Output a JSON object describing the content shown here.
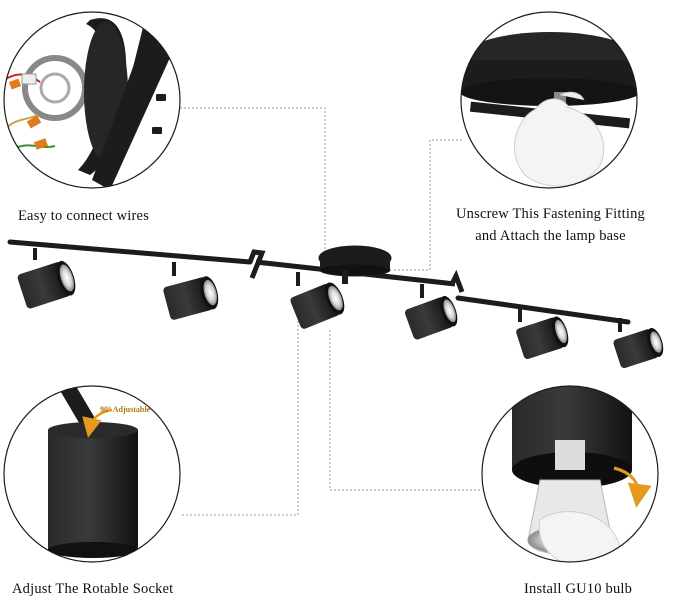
{
  "captions": {
    "connect_wires": "Easy to connect wires",
    "unscrew_line1": "Unscrew This Fastening Fitting",
    "unscrew_line2": "and Attach the lamp base",
    "rotable_socket": "Adjust The Rotable Socket",
    "install_bulb": "Install GU10 bulb"
  },
  "annotations": {
    "adjustable": "90° Adjustable"
  },
  "colors": {
    "fixture": "#1c1c1c",
    "callout_line": "#9a9a9a",
    "arrow": "#e39a1f",
    "glove": "#f4f4f4"
  }
}
